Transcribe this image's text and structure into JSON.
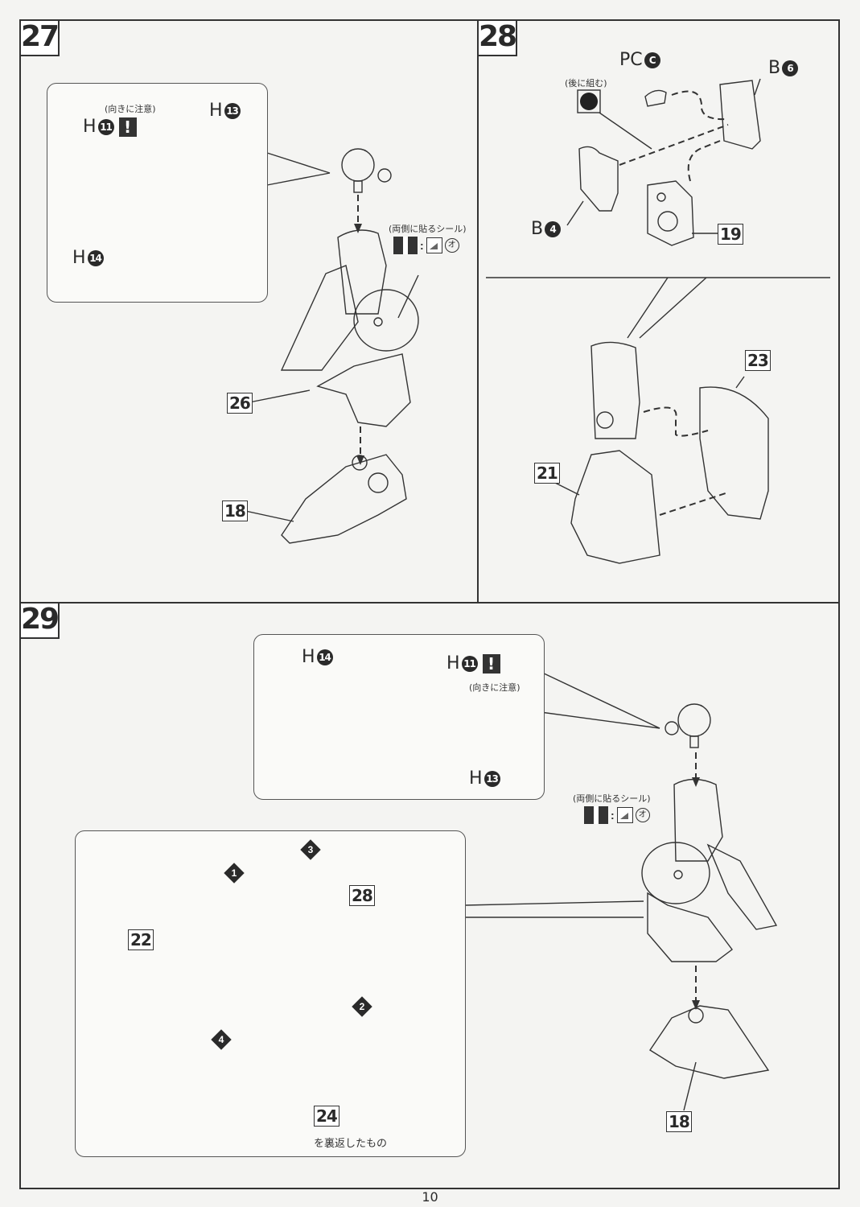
{
  "page": {
    "number": "10"
  },
  "steps": [
    {
      "number": "27",
      "inset": {
        "caution_note": "(向きに注意)",
        "parts": [
          {
            "label": "H",
            "num": "11",
            "warning": "!"
          },
          {
            "label": "H",
            "num": "13"
          },
          {
            "label": "H",
            "num": "14"
          }
        ]
      },
      "seal_note": "(両側に貼るシール)",
      "seal_mark": "オ",
      "refs": [
        "26",
        "18"
      ]
    },
    {
      "number": "28",
      "later_note": "(後に組む)",
      "parts": [
        {
          "label": "PC",
          "num": "C"
        },
        {
          "label": "B",
          "num": "6"
        },
        {
          "label": "B",
          "num": "4"
        }
      ],
      "refs": [
        "19",
        "23",
        "21"
      ]
    },
    {
      "number": "29",
      "inset": {
        "caution_note": "(向きに注意)",
        "parts": [
          {
            "label": "H",
            "num": "14"
          },
          {
            "label": "H",
            "num": "11",
            "warning": "!"
          },
          {
            "label": "H",
            "num": "13"
          }
        ]
      },
      "seal_note": "(両側に貼るシール)",
      "seal_mark": "オ",
      "order_markers": [
        "1",
        "2",
        "3",
        "4"
      ],
      "refs": [
        "28",
        "22",
        "24",
        "18"
      ],
      "flip_note": "を裏返したもの"
    }
  ]
}
